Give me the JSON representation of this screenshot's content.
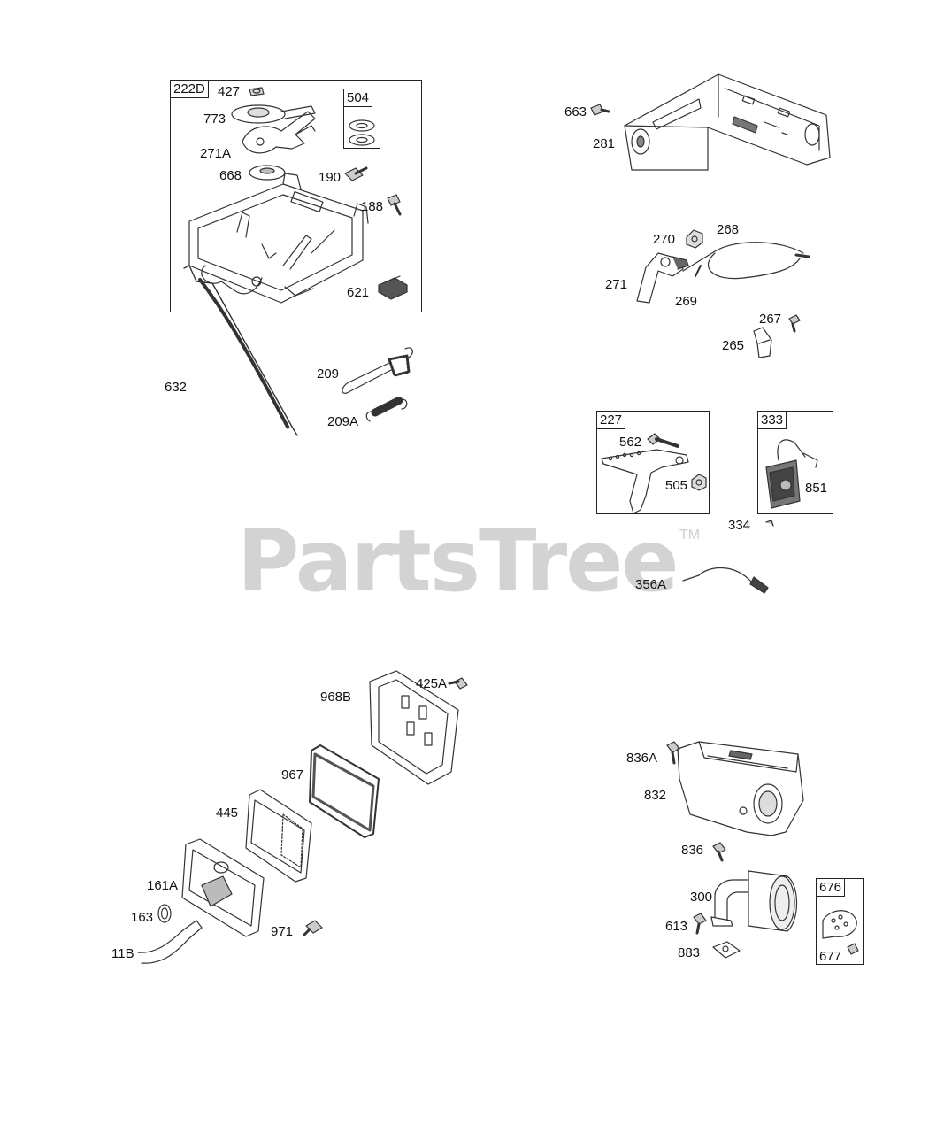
{
  "watermark": {
    "text": "PartsTree",
    "tm": "TM"
  },
  "kits": {
    "k222D": "222D",
    "k504": "504",
    "k227": "227",
    "k333": "333",
    "k676": "676"
  },
  "parts": {
    "p427": "427",
    "p773": "773",
    "p271A": "271A",
    "p668": "668",
    "p190": "190",
    "p188": "188",
    "p621": "621",
    "p632": "632",
    "p209": "209",
    "p209A": "209A",
    "p663": "663",
    "p281": "281",
    "p270": "270",
    "p268": "268",
    "p271": "271",
    "p269": "269",
    "p267": "267",
    "p265": "265",
    "p562": "562",
    "p505": "505",
    "p851": "851",
    "p334": "334",
    "p356A": "356A",
    "p425A": "425A",
    "p968B": "968B",
    "p967": "967",
    "p445": "445",
    "p161A": "161A",
    "p163": "163",
    "p971": "971",
    "p11B": "11B",
    "p836A": "836A",
    "p832": "832",
    "p836": "836",
    "p300": "300",
    "p613": "613",
    "p883": "883",
    "p677": "677"
  }
}
